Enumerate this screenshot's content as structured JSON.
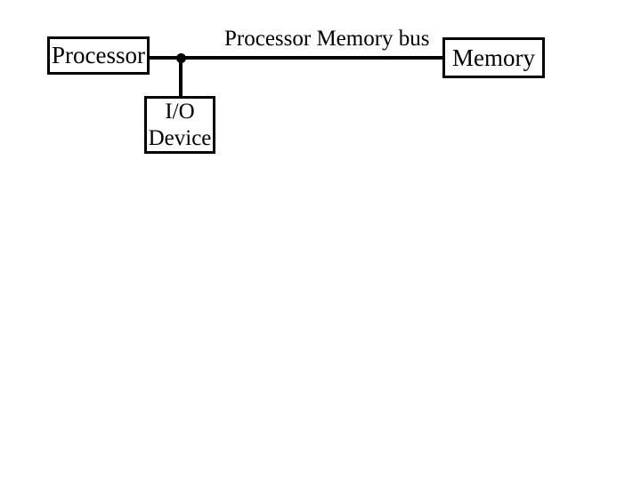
{
  "diagram": {
    "bus_label": "Processor Memory bus",
    "nodes": [
      {
        "id": "processor",
        "label": "Processor"
      },
      {
        "id": "memory",
        "label": "Memory"
      },
      {
        "id": "io-device",
        "label_lines": [
          "I/O",
          "Device"
        ]
      }
    ],
    "colors": {
      "stroke": "#000000",
      "text": "#000000",
      "background": "#ffffff"
    }
  }
}
